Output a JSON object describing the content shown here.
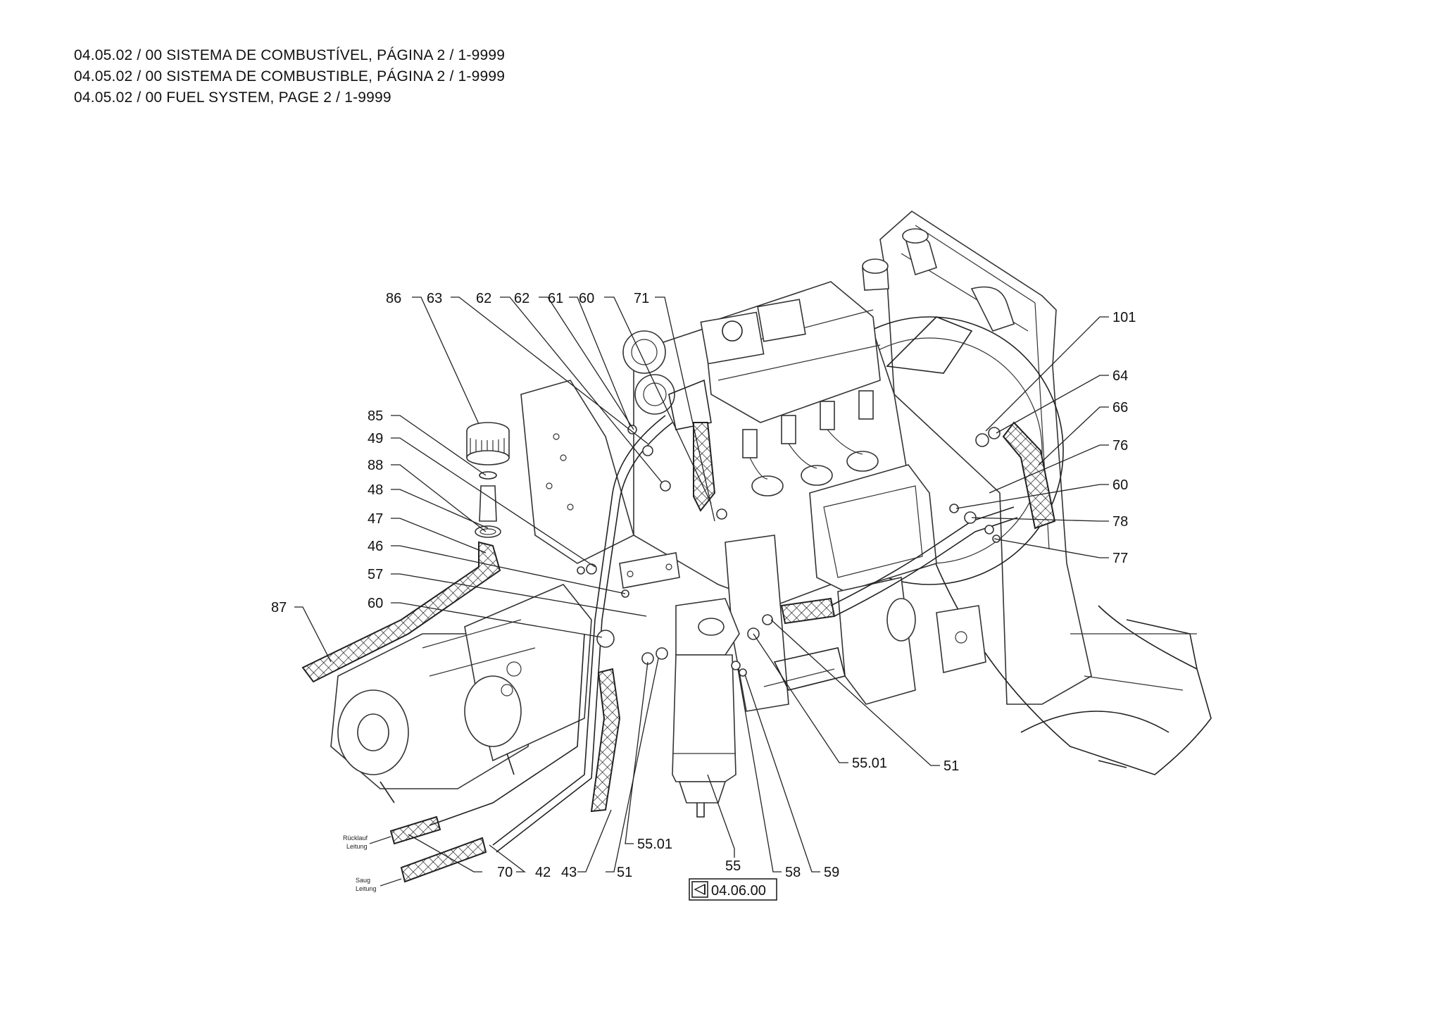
{
  "header": {
    "line_pt": "04.05.02 / 00 SISTEMA DE COMBUSTÍVEL, PÁGINA 2 / 1-9999",
    "line_es": "04.05.02 / 00 SISTEMA DE COMBUSTIBLE, PÁGINA 2 / 1-9999",
    "line_en": "04.05.02 / 00 FUEL SYSTEM, PAGE 2 / 1-9999"
  },
  "callouts": {
    "c86": "86",
    "c63": "63",
    "c62a": "62",
    "c62b": "62",
    "c61": "61",
    "c60top": "60",
    "c71": "71",
    "c101": "101",
    "c64": "64",
    "c66": "66",
    "c76": "76",
    "c60r": "60",
    "c78": "78",
    "c77": "77",
    "c85": "85",
    "c49": "49",
    "c88": "88",
    "c48": "48",
    "c47": "47",
    "c46": "46",
    "c57": "57",
    "c60l": "60",
    "c87": "87",
    "c5501r": "55.01",
    "c51r": "51",
    "c5501b": "55.01",
    "c55": "55",
    "c70": "70",
    "c42": "42",
    "c43": "43",
    "c51b": "51",
    "c58": "58",
    "c59": "59"
  },
  "hose_labels": {
    "return_line_1": "Rücklauf",
    "return_line_2": "Leitung",
    "suction_line_1": "Saug",
    "suction_line_2": "Leitung"
  },
  "reference": {
    "icon": "arrow-left-triangle-icon",
    "label": "04.06.00"
  }
}
